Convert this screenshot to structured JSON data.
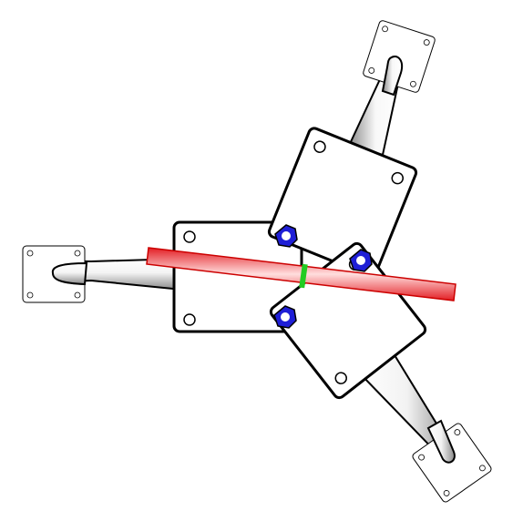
{
  "scene": {
    "description_visible_text": "",
    "colors": {
      "background": "#ffffff",
      "outline": "#000000",
      "plate_fill": "#ffffff",
      "bolt": "#1f1fd6",
      "rod": "#e31e24",
      "rod_highlight": "#ffd6d6",
      "marker": "#22cc22",
      "arm_light": "#ffffff",
      "arm_dark": "#9a9a9a"
    },
    "parts": {
      "plates": [
        "center-plate-left",
        "center-plate-upper",
        "center-plate-lower"
      ],
      "mount_pads": [
        "mount-pad-left",
        "mount-pad-top",
        "mount-pad-bottom"
      ],
      "arms": [
        "arm-left",
        "arm-top",
        "arm-bottom"
      ],
      "bolts": [
        "bolt-upper-left",
        "bolt-right",
        "bolt-lower-left"
      ],
      "rod": "red-rod",
      "marker": "green-marker"
    }
  }
}
